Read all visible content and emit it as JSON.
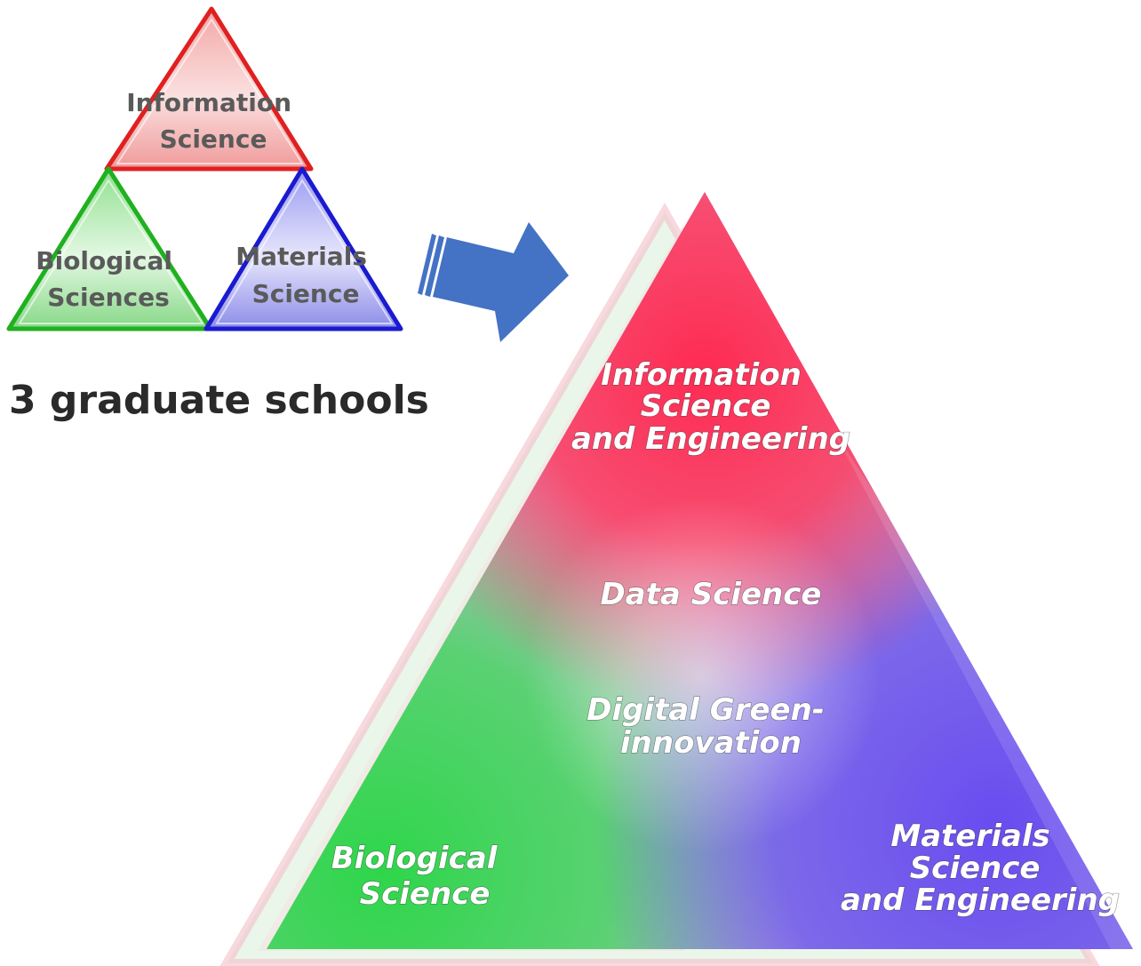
{
  "small_diagram": {
    "top": {
      "lines": [
        "Information",
        "Science"
      ],
      "color": "#e02020"
    },
    "left": {
      "lines": [
        "Biological",
        "Sciences"
      ],
      "color": "#20b020"
    },
    "right": {
      "lines": [
        "Materials",
        "Science"
      ],
      "color": "#1a1ad0"
    },
    "caption": "3 graduate schools"
  },
  "arrow": {
    "color": "#4472c4"
  },
  "big_pyramid": {
    "top": {
      "lines": [
        "Information",
        "Science",
        "and Engineering"
      ],
      "color": "#ff2a52"
    },
    "center_upper": {
      "lines": [
        "Data Science"
      ]
    },
    "center_lower": {
      "lines": [
        "Digital Green-",
        "innovation"
      ]
    },
    "bottom_left": {
      "lines": [
        "Biological",
        "Science"
      ],
      "color": "#2ed64a"
    },
    "bottom_right": {
      "lines": [
        "Materials",
        "Science",
        "and Engineering"
      ],
      "color": "#6a4cf0"
    }
  }
}
